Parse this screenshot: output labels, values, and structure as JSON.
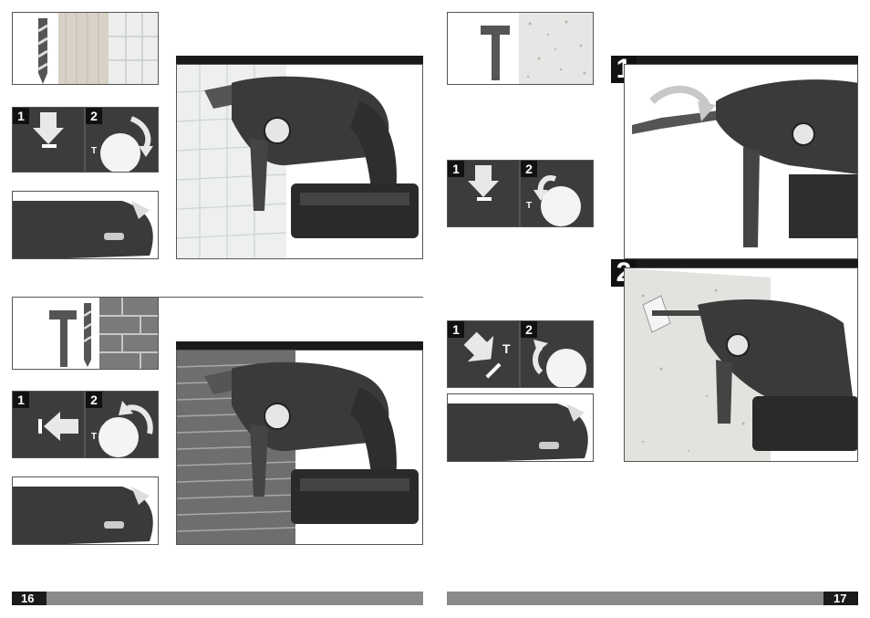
{
  "pages": {
    "left_number": "16",
    "right_number": "17"
  },
  "steps": {
    "one": "1",
    "two": "2"
  },
  "dial": {
    "label_t": "T",
    "label_ti": "T"
  },
  "colors": {
    "dark": "#1a1a1a",
    "footer_grey": "#8a8a8a",
    "tool_body": "#3a3a3a",
    "tile_bg": "#eef0f0",
    "brick": "#6e6e6e"
  },
  "icons": {
    "drill_bit": "drill-bit-icon",
    "hammer": "hammer-icon",
    "arrow": "arrow-icon",
    "rotation_arrow": "rotation-arrow-icon"
  }
}
